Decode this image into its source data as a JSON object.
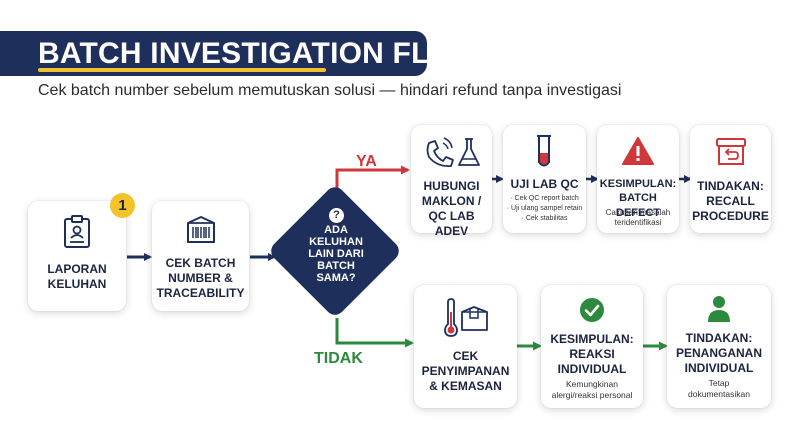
{
  "header": {
    "title": "BATCH INVESTIGATION FLOW",
    "subtitle": "Cek batch number sebelum memutuskan solusi — hindari refund tanpa investigasi"
  },
  "start": {
    "badge": "1",
    "laporan": {
      "line1": "LAPORAN",
      "line2": "KELUHAN",
      "icon": "clipboard-icon"
    },
    "cek_batch": {
      "line1": "CEK BATCH",
      "line2": "NUMBER &",
      "line3": "TRACEABILITY",
      "icon": "barcode-box-icon"
    }
  },
  "decision": {
    "icon": "question-icon",
    "line1": "ADA",
    "line2": "KELUHAN",
    "line3": "LAIN DARI",
    "line4": "BATCH",
    "line5": "SAMA?",
    "yes_label": "YA",
    "no_label": "TIDAK"
  },
  "yes_branch": {
    "hubungi": {
      "line1": "HUBUNGI",
      "line2": "MAKLON /",
      "line3": "QC LAB ADEV",
      "icon": "phone-flask-icon"
    },
    "uji_lab": {
      "title": "UJI LAB QC",
      "items": [
        "· Cek QC report batch",
        "· Uji ulang sampel retain",
        "· Cek stabilitas"
      ],
      "icon": "test-tube-icon"
    },
    "kesimpulan": {
      "line1": "KESIMPULAN:",
      "line2": "BATCH DEFECT",
      "sub1": "Cakupan masalah",
      "sub2": "teridentifikasi",
      "icon": "warning-icon"
    },
    "tindakan": {
      "line1": "TINDAKAN:",
      "line2": "RECALL",
      "line3": "PROCEDURE",
      "icon": "recall-box-icon"
    }
  },
  "no_branch": {
    "cek_penyimpanan": {
      "line1": "CEK",
      "line2": "PENYIMPANAN",
      "line3": "& KEMASAN",
      "icon": "thermometer-box-icon"
    },
    "kesimpulan": {
      "line1": "KESIMPULAN:",
      "line2": "REAKSI",
      "line3": "INDIVIDUAL",
      "sub1": "Kemungkinan",
      "sub2": "alergi/reaksi personal",
      "icon": "check-circle-icon"
    },
    "tindakan": {
      "line1": "TINDAKAN:",
      "line2": "PENANGANAN",
      "line3": "INDIVIDUAL",
      "sub1": "Tetap",
      "sub2": "dokumentasikan",
      "icon": "user-icon"
    }
  },
  "colors": {
    "navy": "#1f2f5c",
    "yes": "#d0373a",
    "no": "#2c8a3e",
    "accent": "#f2c12e"
  }
}
